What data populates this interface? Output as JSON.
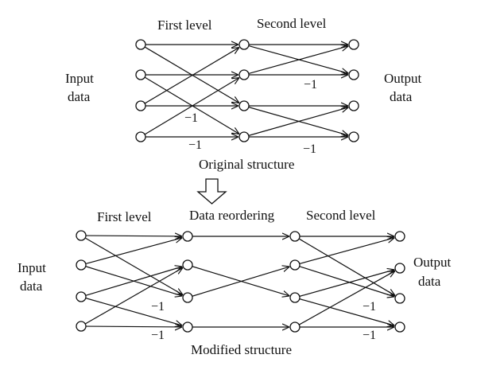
{
  "original": {
    "labels": {
      "first_level": "First level",
      "second_level": "Second level",
      "input_line1": "Input",
      "input_line2": "data",
      "output_line1": "Output",
      "output_line2": "data",
      "caption": "Original structure"
    },
    "twiddle_labels": [
      "−1",
      "−1",
      "−1",
      "−1"
    ]
  },
  "modified": {
    "labels": {
      "first_level": "First level",
      "data_reordering": "Data reordering",
      "second_level": "Second level",
      "input_line1": "Input",
      "input_line2": "data",
      "output_line1": "Output",
      "output_line2": "data",
      "caption": "Modified structure"
    },
    "twiddle_labels": [
      "−1",
      "−1",
      "−1",
      "−1"
    ]
  }
}
